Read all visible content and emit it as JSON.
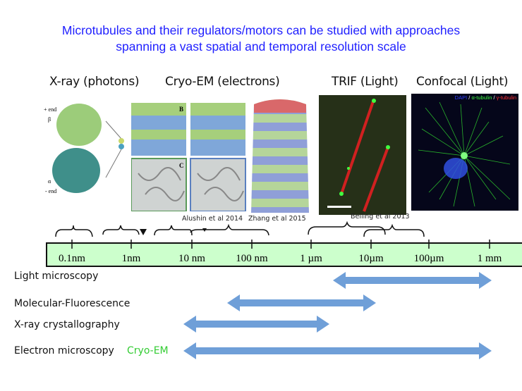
{
  "title": {
    "line1": "Microtubules and their regulators/motors can be studied with approaches",
    "line2": "spanning a vast spatial and temporal resolution scale"
  },
  "headings": {
    "xray": "X-ray (photons)",
    "cryoem": "Cryo-EM (electrons)",
    "trif": "TRIF (Light)",
    "confocal": "Confocal (Light)"
  },
  "xray_image": {
    "plus_end": "+ end",
    "beta": "β",
    "alpha": "α",
    "minus_end": "- end"
  },
  "cryo_image": {
    "panel_b": "B",
    "panel_c": "C"
  },
  "confocal_image": {
    "dapi": "DAPI",
    "sep1": " / ",
    "alpha_tubulin": "α-tubulin",
    "sep2": " / ",
    "gamma_tubulin": "γ-tubulin"
  },
  "captions": {
    "alushin": "Alushin et al 2014",
    "zhang": "Zhang et al 2015",
    "beiling": "Beiling et al 2013"
  },
  "scale": {
    "ticks": [
      "0.1nm",
      "1nm",
      "10 nm",
      "100 nm",
      "1 µm",
      "10µm",
      "100µm",
      "1 mm"
    ]
  },
  "ranges": [
    {
      "label": "Light microscopy"
    },
    {
      "label": "Molecular-Fluorescence"
    },
    {
      "label": "X-ray crystallography"
    },
    {
      "label": "Electron microscopy",
      "extra": "Cryo-EM"
    }
  ],
  "colors": {
    "title": "#1f1fff",
    "scale_fill": "#ccffcc",
    "arrow": "#6f9fd8",
    "cryo_label": "#33cc33"
  }
}
